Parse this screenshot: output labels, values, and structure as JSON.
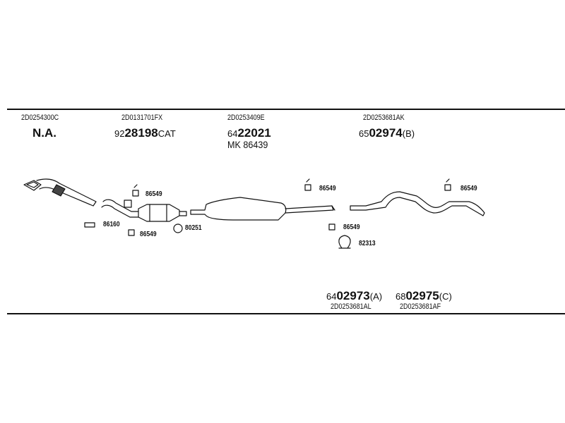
{
  "columns": [
    {
      "oem": "2D0254300C",
      "order": "N.A."
    },
    {
      "oem": "2D0131701FX",
      "prefix": "92",
      "number": "28198",
      "suffix": "CAT"
    },
    {
      "oem": "2D0253409E",
      "prefix": "64",
      "number": "22021",
      "suffix": "",
      "extra": "MK  86439"
    },
    {
      "oem": "2D0253681AK",
      "prefix": "65",
      "number": "02974",
      "suffix": "(B)"
    }
  ],
  "bottom": [
    {
      "prefix": "64",
      "number": "02973",
      "suffix": "(A)",
      "oem": "2D0253681AL"
    },
    {
      "prefix": "68",
      "number": "02975",
      "suffix": "(C)",
      "oem": "2D0253681AF"
    }
  ],
  "callouts": {
    "hanger_1": "86549",
    "clamp_1": "86160",
    "hanger_2": "86549",
    "gasket": "80251",
    "hanger_3": "86549",
    "hanger_4": "86549",
    "clamp_2": "82313",
    "hanger_5": "86549"
  }
}
